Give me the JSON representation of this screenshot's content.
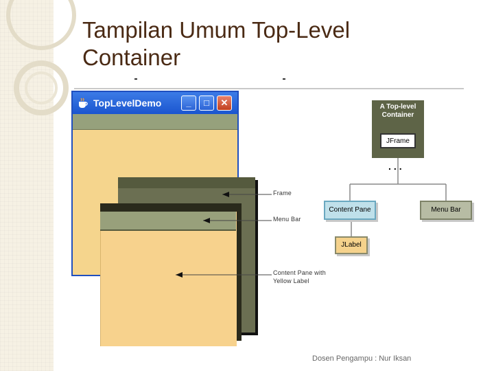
{
  "slide": {
    "title_line1": "Tampilan Umum Top-Level",
    "title_line2": "Container",
    "footer": "Dosen Pengampu : Nur Iksan"
  },
  "window": {
    "title": "TopLevelDemo",
    "minimize": "_",
    "maximize": "□",
    "close": "✕"
  },
  "callouts": {
    "frame": "Frame",
    "menu_bar": "Menu Bar",
    "content_pane": "Content Pane with",
    "content_pane_2": "Yellow Label"
  },
  "hierarchy": {
    "top_title_1": "A Top-level",
    "top_title_2": "Container",
    "jframe": "JFrame",
    "dots": "...",
    "content_pane": "Content Pane",
    "menu_bar": "Menu Bar",
    "jlabel": "JLabel"
  },
  "colors": {
    "title": "#4a2a14",
    "titlebar": "#1a55cf",
    "content_yellow": "#f5d58d",
    "menubar_olive": "#96a17c",
    "frame_dark": "#5e6447"
  },
  "icons": [
    "java-cup-icon",
    "minimize-icon",
    "maximize-icon",
    "close-icon"
  ]
}
